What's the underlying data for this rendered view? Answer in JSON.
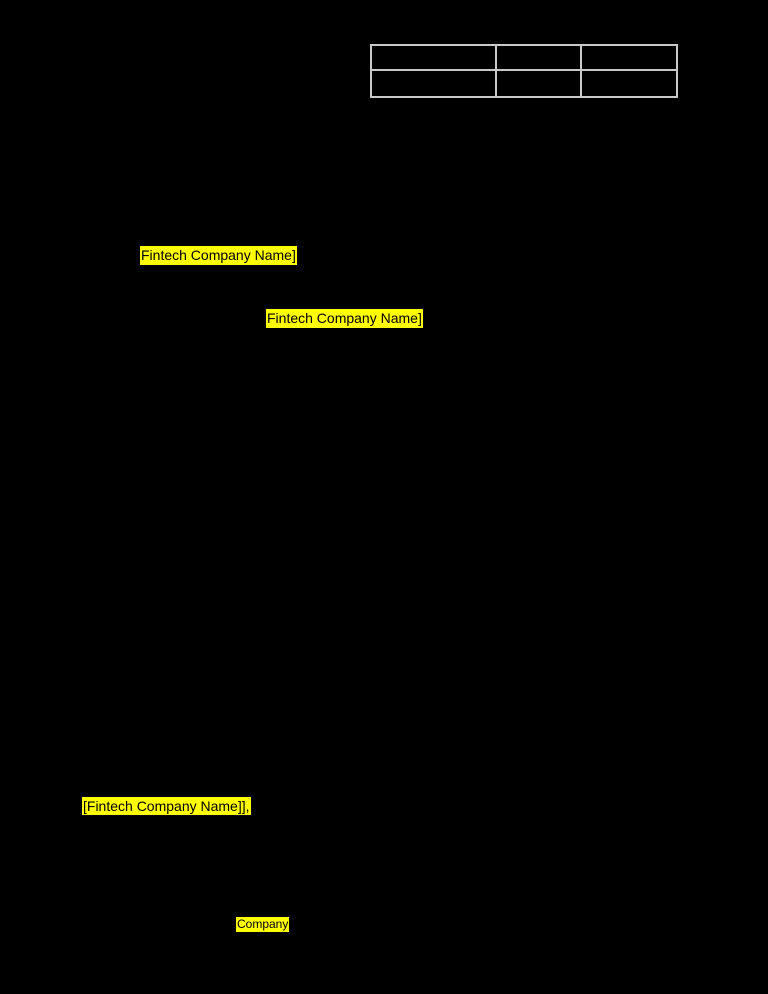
{
  "document": {
    "background_color": "#000000",
    "highlight_color": "#ffff00",
    "highlight_text_color": "#000000",
    "table": {
      "border_color": "#c8c8c8",
      "rows": [
        {
          "cells": [
            "",
            "",
            ""
          ]
        },
        {
          "cells": [
            "",
            "",
            ""
          ]
        }
      ]
    },
    "highlights": [
      {
        "name": "fintech-company-name-1",
        "text": "Fintech Company Name]"
      },
      {
        "name": "fintech-company-name-2",
        "text": "Fintech Company Name]"
      },
      {
        "name": "fintech-company-name-3",
        "text": "[Fintech Company Name]],"
      },
      {
        "name": "company",
        "text": "Company"
      }
    ]
  }
}
